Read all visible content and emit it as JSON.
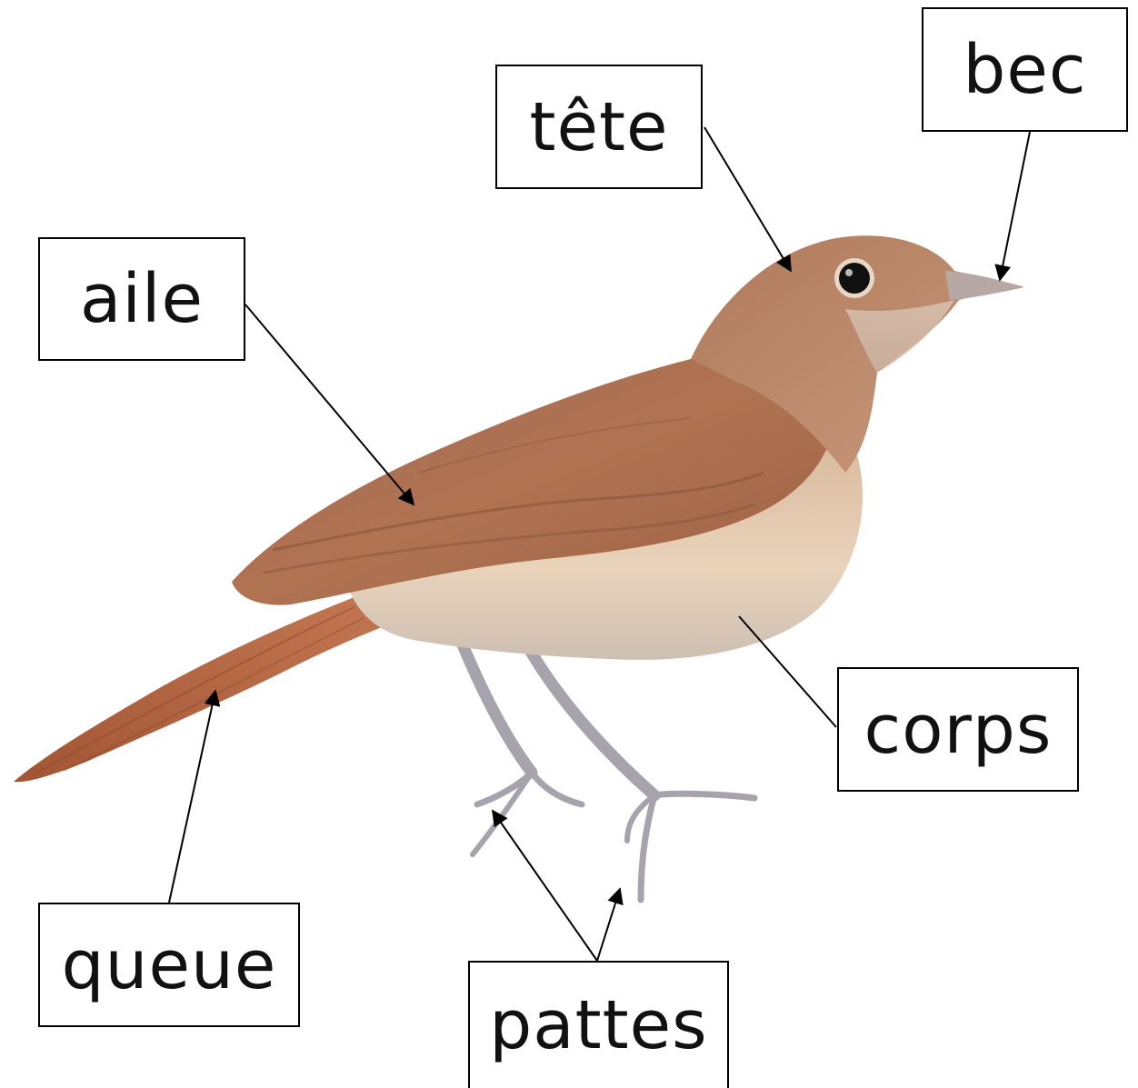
{
  "labels": {
    "bec": "bec",
    "tete": "tête",
    "aile": "aile",
    "corps": "corps",
    "queue": "queue",
    "pattes": "pattes"
  },
  "colors": {
    "background": "#ffffff",
    "line": "#000000",
    "plumage_back": "#a8694a",
    "plumage_belly": "#e6cdb0",
    "tail": "#b0603f",
    "legs": "#a9a6b0",
    "eye": "#111111"
  }
}
